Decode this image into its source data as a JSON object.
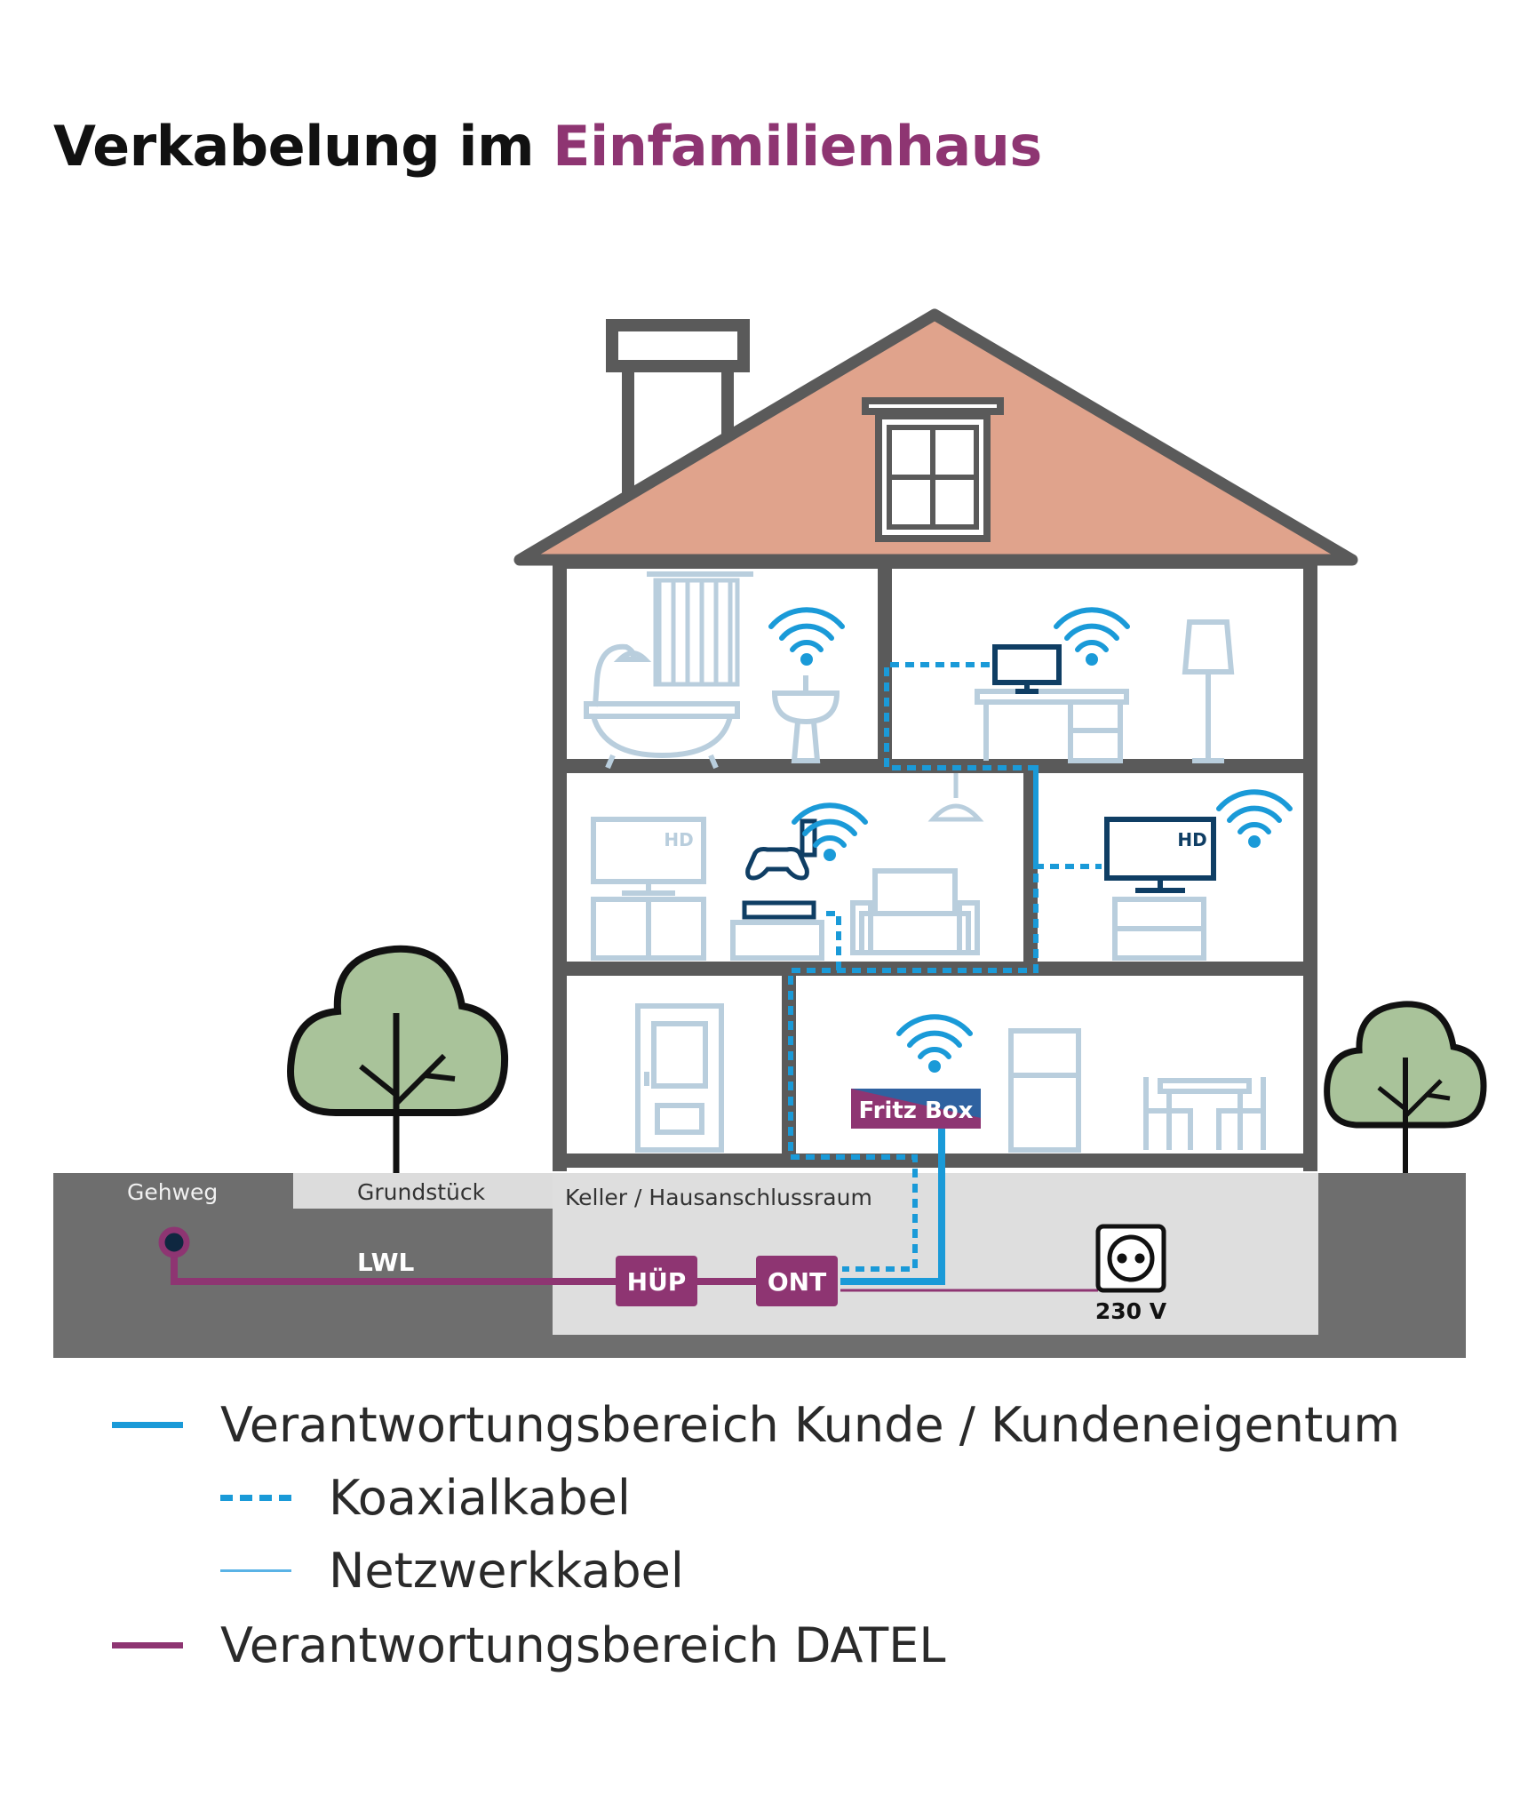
{
  "title": {
    "part1": "Verkabelung im ",
    "part2": "Einfamilienhaus"
  },
  "zones": {
    "gehweg": "Gehweg",
    "grundstueck": "Grundstück",
    "keller": "Keller / Hausanschlussraum"
  },
  "labels": {
    "lwl": "LWL",
    "huep": "HÜP",
    "ont": "ONT",
    "fritzbox": "Fritz Box",
    "voltage": "230 V",
    "hd_left": "HD",
    "hd_right": "HD"
  },
  "legend": {
    "customer": "Verantwortungsbereich Kunde / Kundeneigentum",
    "coax": "Koaxialkabel",
    "network": "Netzwerkkabel",
    "datel": "Verantwortungsbereich DATEL"
  },
  "colors": {
    "purple": "#8e3572",
    "blue": "#1a9ad8",
    "wall": "#5a5a5a",
    "roof": "#e0a38c",
    "tree": "#a9c39a",
    "ground": "#6e6e6e",
    "basement": "#dedede",
    "furniture": "#b9cedd"
  }
}
